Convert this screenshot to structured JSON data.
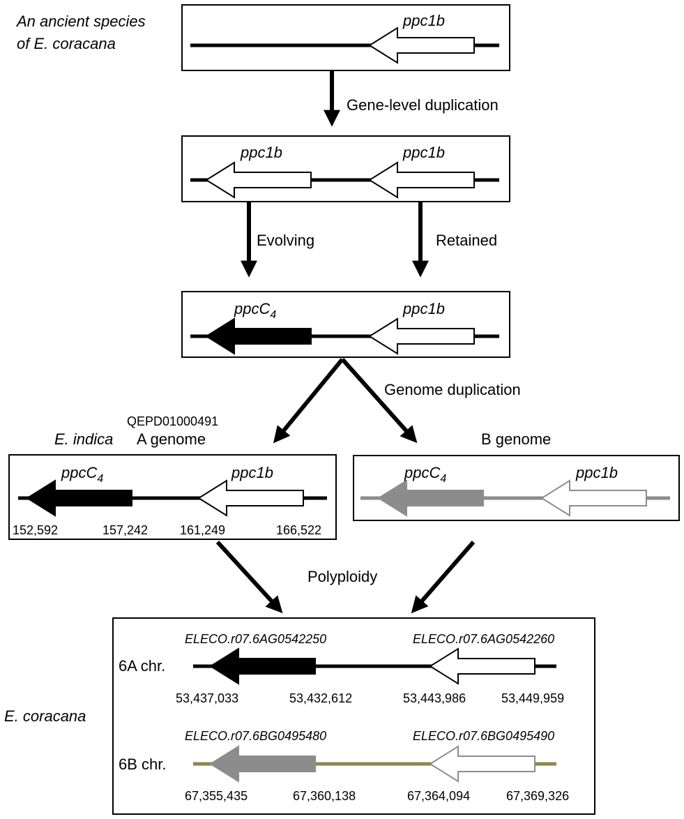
{
  "labels": {
    "ancient_species_line1": "An ancient species",
    "ancient_species_line2": "of E. coracana",
    "gene_level_duplication": "Gene-level duplication",
    "evolving": "Evolving",
    "retained": "Retained",
    "genome_duplication": "Genome duplication",
    "accession": "QEPD01000491",
    "e_indica": "E. indica",
    "a_genome": "A genome",
    "b_genome": "B genome",
    "polyploidy": "Polyploidy",
    "e_coracana": "E. coracana",
    "chr_6a": "6A chr.",
    "chr_6b": "6B chr."
  },
  "genes": {
    "ppc1b": "ppc1b",
    "ppcC4_base": "ppcC",
    "ppcC4_sub": "4"
  },
  "e_indica_coords": [
    "152,592",
    "157,242",
    "161,249",
    "166,522"
  ],
  "chr6a": {
    "gene_left": "ELECO.r07.6AG0542250",
    "gene_right": "ELECO.r07.6AG0542260",
    "coords": [
      "53,437,033",
      "53,432,612",
      "53,443,986",
      "53,449,959"
    ]
  },
  "chr6b": {
    "gene_left": "ELECO.r07.6BG0495480",
    "gene_right": "ELECO.r07.6BG0495490",
    "coords": [
      "67,355,435",
      "67,360,138",
      "67,364,094",
      "67,369,326"
    ]
  },
  "colors": {
    "black": "#000000",
    "b_genome_gray": "#8c8c8c",
    "chr6b_line": "#8f8552"
  }
}
